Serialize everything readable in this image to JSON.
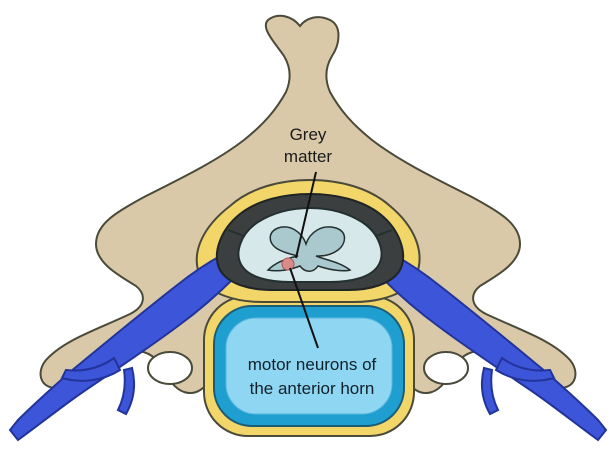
{
  "diagram": {
    "labels": {
      "grey_matter_line1": "Grey",
      "grey_matter_line2": "matter",
      "motor_line1": "motor neurons of",
      "motor_line2": "the anterior horn"
    },
    "colors": {
      "bone": "#d9c9a8",
      "bone_outline": "#4a4a3a",
      "dura": "#f2d66a",
      "cord_white": "#d7e8ea",
      "cord_outline": "#243030",
      "grey_matter": "#a9c9cf",
      "csf_dark": "#3b3f40",
      "nerve": "#3d55d8",
      "nerve_outline": "#22349a",
      "disc_outer": "#1f9fcf",
      "disc_inner": "#8fd6f3",
      "neuron_dot": "#d98a8a"
    }
  }
}
